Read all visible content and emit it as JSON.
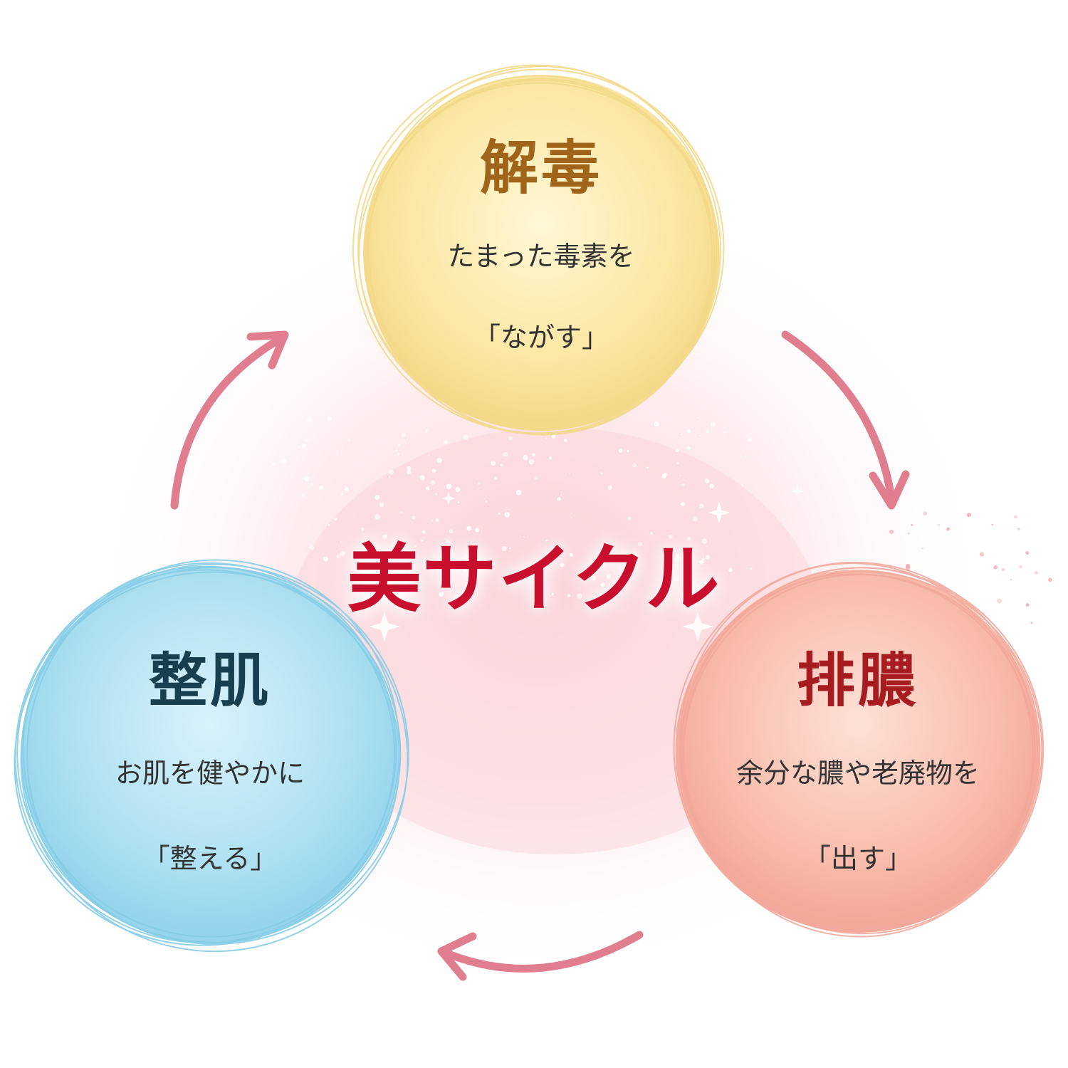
{
  "center_title": "美サイクル",
  "nodes": {
    "detox": {
      "title": "解毒",
      "line1": "たまった毒素を",
      "line2": "「ながす」"
    },
    "pus": {
      "title": "排膿",
      "line1": "余分な膿や老廃物を",
      "line2": "「出す」"
    },
    "skin": {
      "title": "整肌",
      "line1": "お肌を健やかに",
      "line2": "「整える」"
    }
  },
  "colors": {
    "arrow": "#e07e90",
    "center_title": "#c8102e",
    "detox_fill": "#fbe8a8",
    "pus_fill": "#f8b8a8",
    "skin_fill": "#a9def0"
  }
}
